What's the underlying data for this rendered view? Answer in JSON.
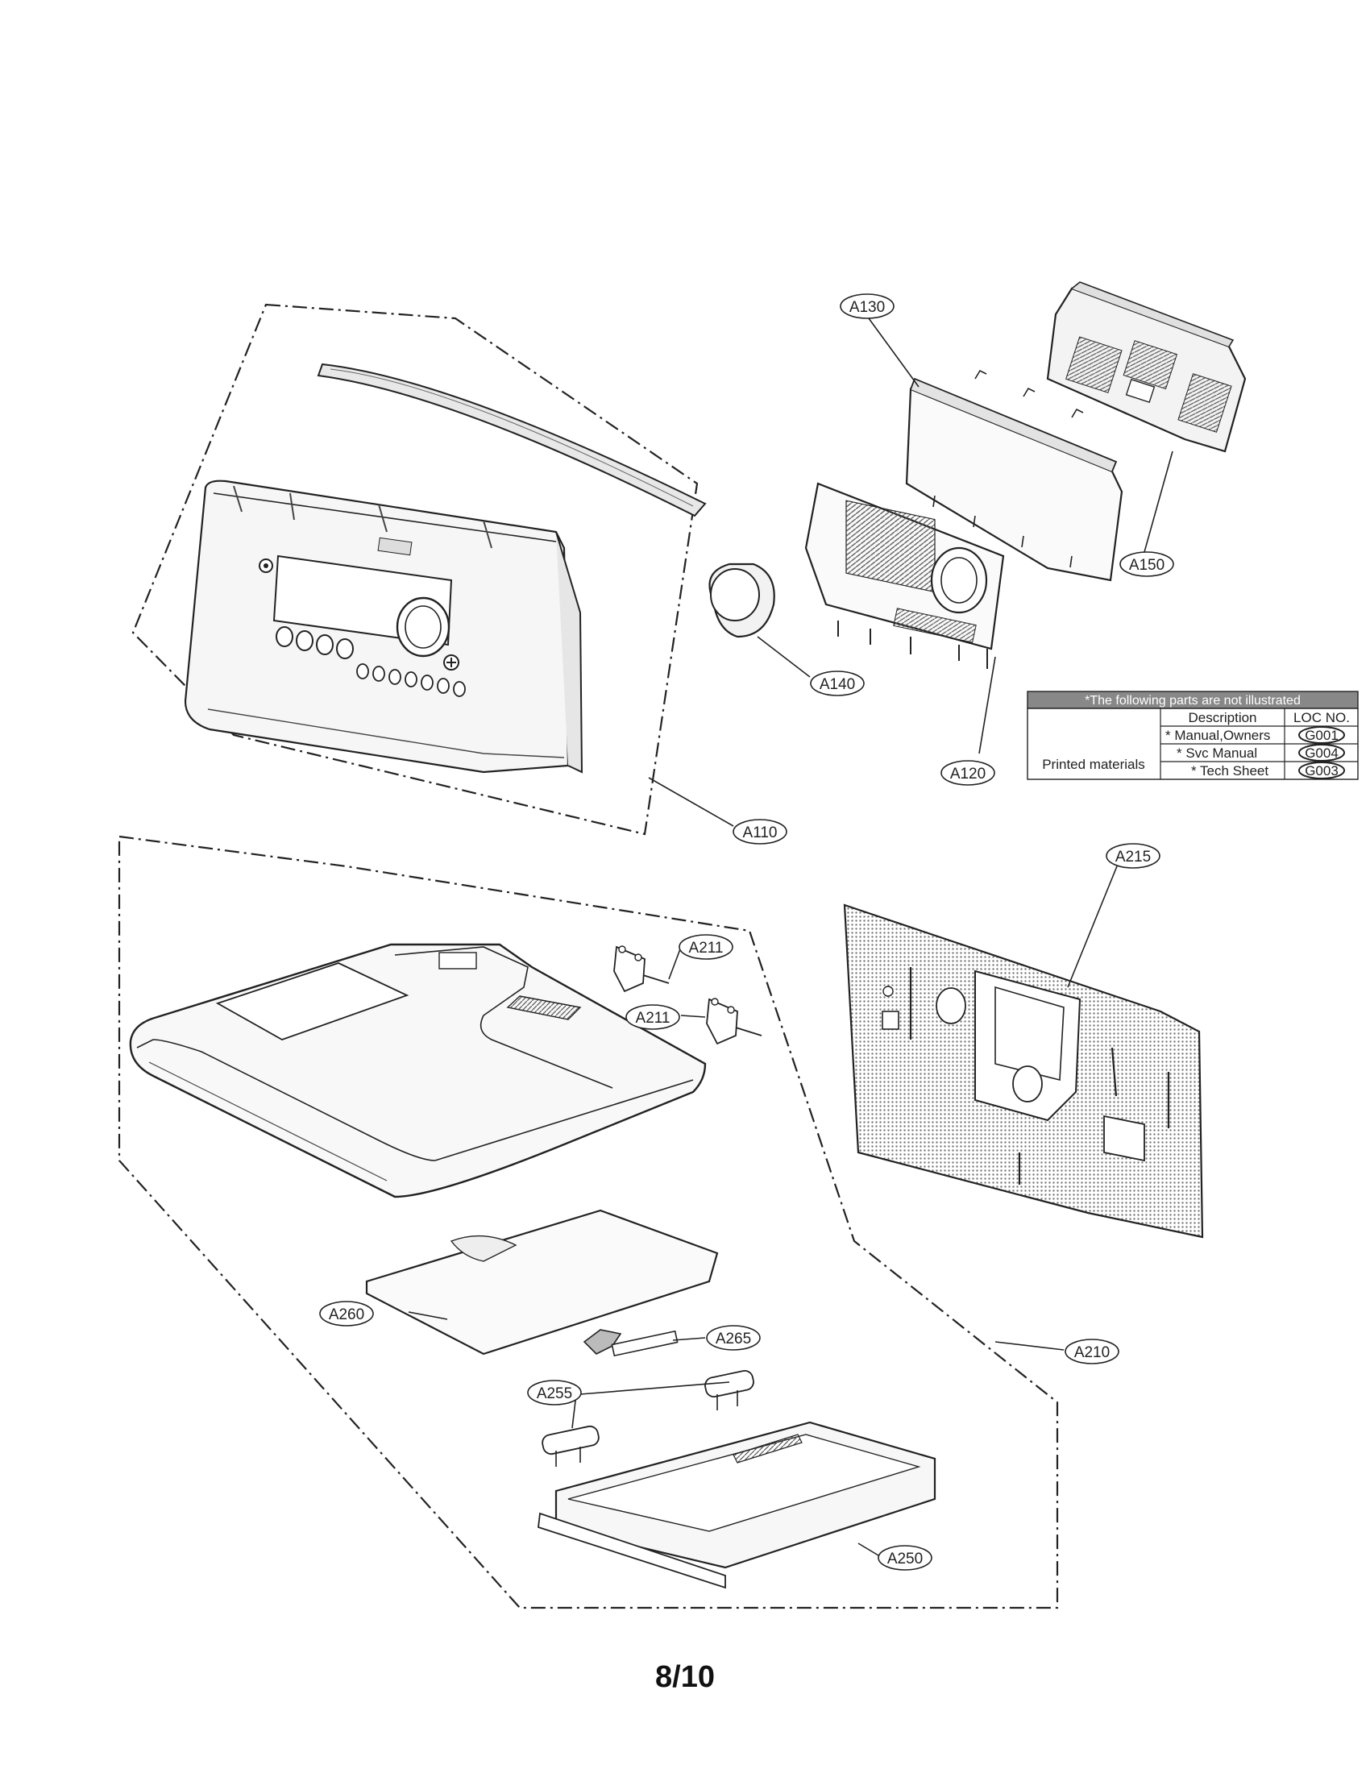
{
  "diagram": {
    "callouts": {
      "a110": "A110",
      "a120": "A120",
      "a130": "A130",
      "a140": "A140",
      "a150": "A150",
      "a210": "A210",
      "a211_top": "A211",
      "a211_bottom": "A211",
      "a215": "A215",
      "a250": "A250",
      "a255": "A255",
      "a260": "A260",
      "a265": "A265"
    }
  },
  "parts_table": {
    "header": "*The following parts are not illustrated",
    "col_description": "Description",
    "col_loc": "LOC NO.",
    "group_label": "Printed materials",
    "rows": [
      {
        "description": "* Manual,Owners",
        "loc": "G001"
      },
      {
        "description": "* Svc Manual",
        "loc": "G004"
      },
      {
        "description": "* Tech Sheet",
        "loc": "G003"
      }
    ]
  },
  "footer": {
    "page_number": "8/10"
  }
}
